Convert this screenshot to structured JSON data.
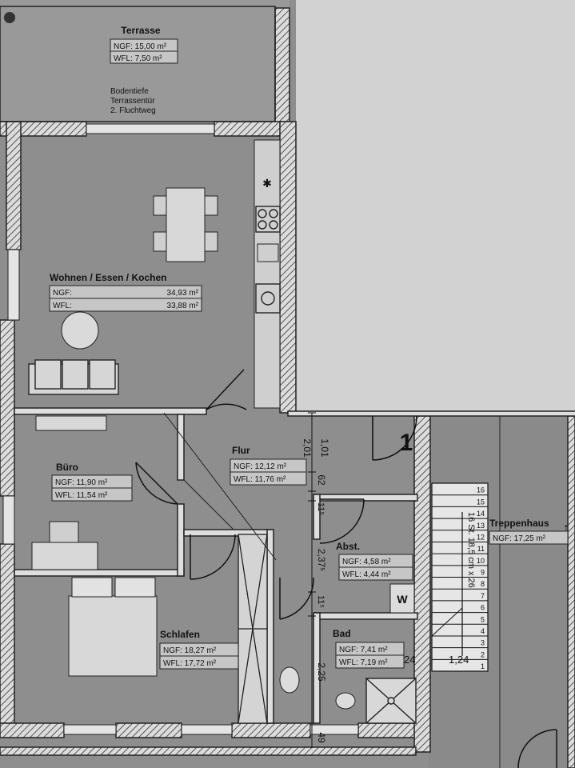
{
  "rooms": {
    "terrasse": {
      "name": "Terrasse",
      "ngf": "NGF: 15,00 m²",
      "wfl": "WFL:   7,50 m²",
      "note_1": "Bodentiefe",
      "note_2": "Terrassentür",
      "note_3": "2. Fluchtweg"
    },
    "wohnen": {
      "name": "Wohnen / Essen / Kochen",
      "ngf_label": "NGF:",
      "ngf_value": "34,93 m²",
      "wfl_label": "WFL:",
      "wfl_value": "33,88 m²"
    },
    "buero": {
      "name": "Büro",
      "ngf": "NGF: 11,90 m²",
      "wfl": "WFL: 11,54 m²"
    },
    "flur": {
      "name": "Flur",
      "ngf": "NGF: 12,12 m²",
      "wfl": "WFL: 11,76 m²"
    },
    "abst": {
      "name": "Abst.",
      "ngf": "NGF: 4,58 m²",
      "wfl": "WFL: 4,44 m²"
    },
    "schlafen": {
      "name": "Schlafen",
      "ngf": "NGF: 18,27 m²",
      "wfl": "WFL: 17,72 m²"
    },
    "bad": {
      "name": "Bad",
      "ngf": "NGF: 7,41 m²",
      "wfl": "WFL: 7,19 m²"
    },
    "treppenhaus": {
      "name": "Treppenhaus",
      "ngf": "NGF: 17,25 m²"
    }
  },
  "marks": {
    "unit_number": "1",
    "washer": "W",
    "stairs_spec": "16 St. 18,5 cm x 26",
    "stair_steps": [
      "16",
      "15",
      "14",
      "13",
      "12",
      "11",
      "10",
      "9",
      "8",
      "7",
      "6",
      "5",
      "4",
      "3",
      "2",
      "1"
    ]
  },
  "dimensions": {
    "d1": "1,01",
    "d2": "2,01",
    "d3": "62",
    "d4": "11⁵",
    "d5": "2,37⁵",
    "d6": "11⁵",
    "d7": "2,25",
    "d8": "49",
    "d9": "24",
    "d10": "1,24"
  }
}
